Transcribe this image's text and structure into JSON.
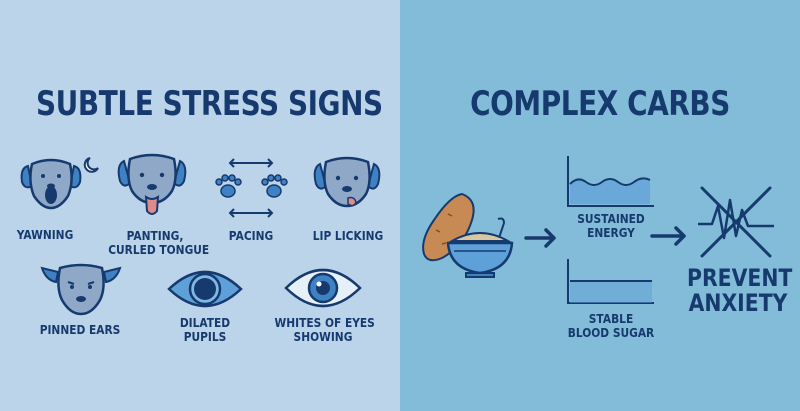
{
  "left": {
    "title": "SUBTLE STRESS SIGNS",
    "signs": [
      {
        "label": "YAWNING"
      },
      {
        "label_line1": "PANTING,",
        "label_line2": "CURLED TONGUE"
      },
      {
        "label": "PACING"
      },
      {
        "label": "LIP LICKING"
      },
      {
        "label": "PINNED EARS"
      },
      {
        "label_line1": "DILATED",
        "label_line2": "PUPILS"
      },
      {
        "label_line1": "WHITES OF EYES",
        "label_line2": "SHOWING"
      }
    ]
  },
  "right": {
    "title": "COMPLEX CARBS",
    "graphs": [
      {
        "label_line1": "SUSTAINED",
        "label_line2": "ENERGY"
      },
      {
        "label_line1": "STABLE",
        "label_line2": "BLOOD SUGAR"
      }
    ],
    "result_line1": "PREVENT",
    "result_line2": "ANXIETY"
  },
  "colors": {
    "left_bg": "#bcd4ea",
    "right_bg": "#82bcd8",
    "navy": "#173a6e",
    "accent_blue": "#3f82c4"
  }
}
